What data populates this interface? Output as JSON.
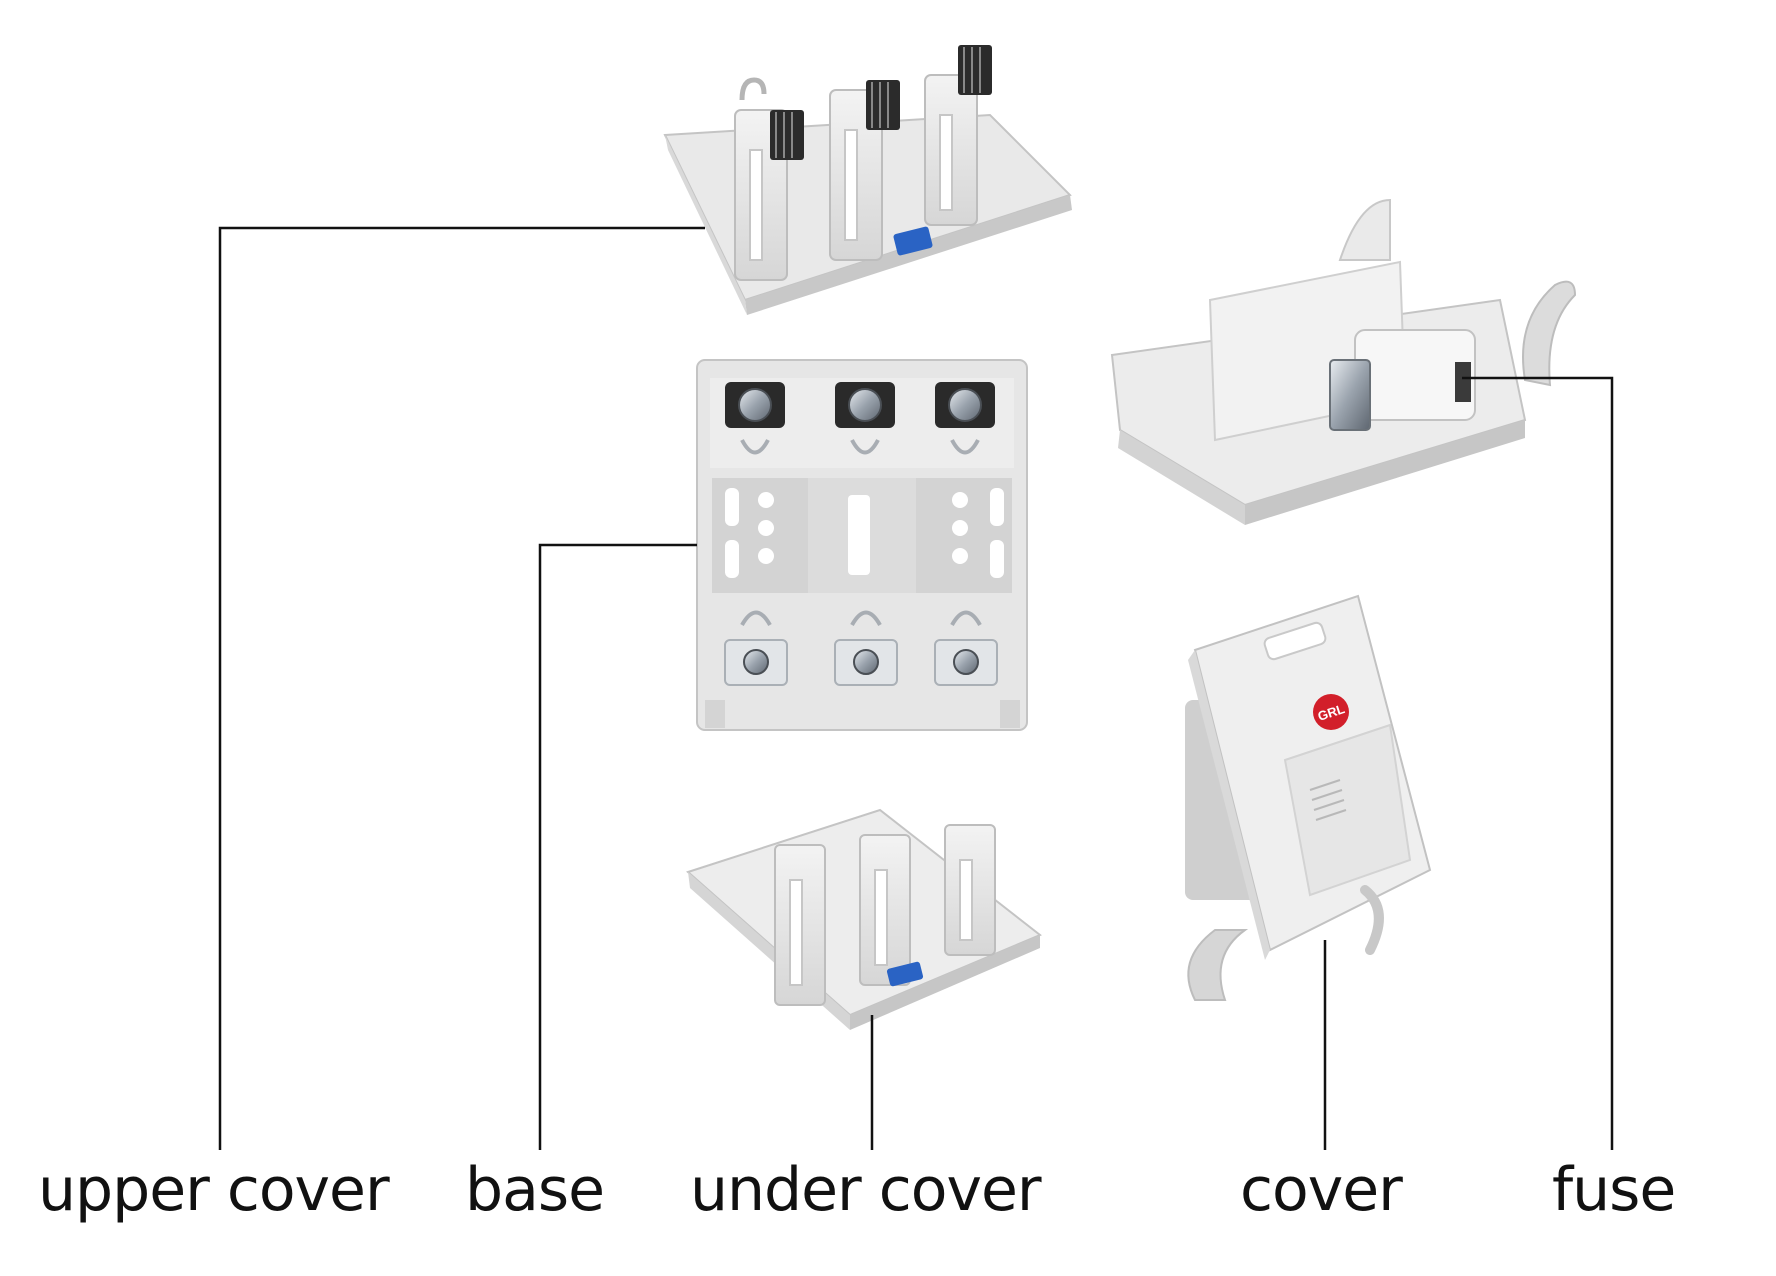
{
  "labels": {
    "upper_cover": "upper cover",
    "base": "base",
    "under_cover": "under cover",
    "cover": "cover",
    "fuse": "fuse"
  },
  "badge_text": "GRL",
  "colors": {
    "plastic": "#e4e4e4",
    "plastic_light": "#efefef",
    "plastic_shadow": "#c9c9c9",
    "line": "#111111",
    "accent_blue": "#2a63c4",
    "badge_red": "#d21f2a",
    "metal": "#9aa3ad"
  }
}
